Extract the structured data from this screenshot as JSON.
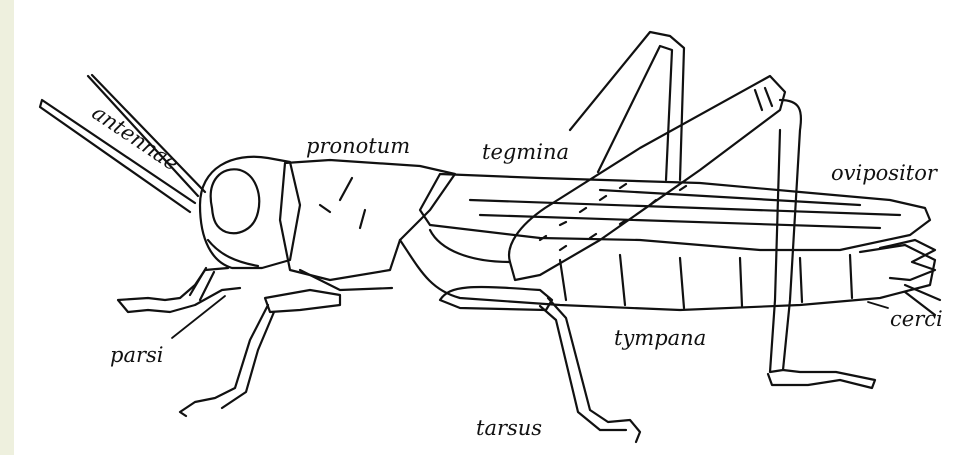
{
  "labels": {
    "antennae": "antennae",
    "pronotum": "pronotum",
    "tegmina": "tegmina",
    "ovipositor": "ovipositor",
    "cerci": "cerci",
    "tympana": "tympana",
    "parsi": "parsi",
    "tarsus": "tarsus"
  },
  "colors": {
    "ink": "#111111",
    "paper": "#ffffff",
    "edge": "#eef0de"
  }
}
